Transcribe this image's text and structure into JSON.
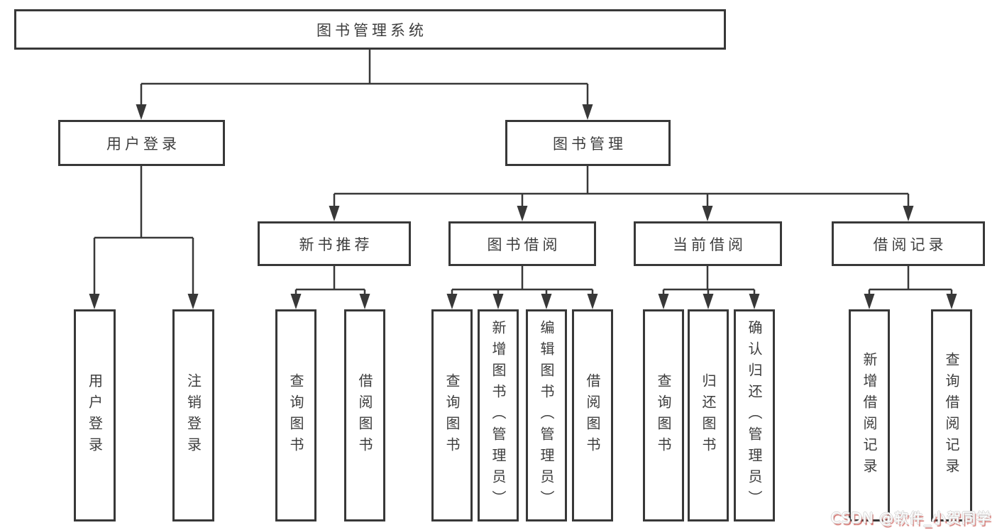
{
  "diagram": {
    "root": {
      "label": "图书管理系统"
    },
    "login": {
      "label": "用户登录",
      "children": [
        {
          "label": "用户登录"
        },
        {
          "label": "注销登录"
        }
      ]
    },
    "mgmt": {
      "label": "图书管理",
      "children": [
        {
          "label": "新书推荐",
          "children": [
            {
              "label": "查询图书"
            },
            {
              "label": "借阅图书"
            }
          ]
        },
        {
          "label": "图书借阅",
          "children": [
            {
              "label": "查询图书"
            },
            {
              "label": "新增图书（管理员）"
            },
            {
              "label": "编辑图书（管理员）"
            },
            {
              "label": "借阅图书"
            }
          ]
        },
        {
          "label": "当前借阅",
          "children": [
            {
              "label": "查询图书"
            },
            {
              "label": "归还图书"
            },
            {
              "label": "确认归还（管理员）"
            }
          ]
        },
        {
          "label": "借阅记录",
          "children": [
            {
              "label": "新增借阅记录"
            },
            {
              "label": "查询借阅记录"
            }
          ]
        }
      ]
    }
  },
  "watermark": {
    "text": "CSDN @软件_小贺同学"
  },
  "colors": {
    "line": "#383838",
    "box_border": "#383838",
    "text": "#3d3d3d",
    "watermark_fill": "#ffffff",
    "watermark_shadow": "#c74d48"
  }
}
